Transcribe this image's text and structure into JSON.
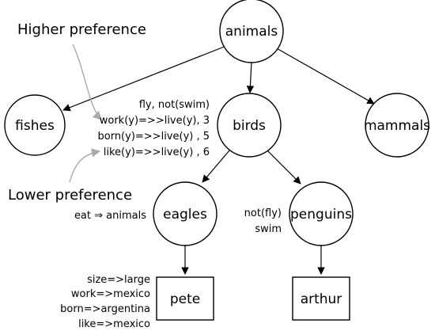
{
  "nodes": {
    "animals": "animals",
    "fishes": "fishes",
    "birds": "birds",
    "mammals": "mammals",
    "eagles": "eagles",
    "penguins": "penguins",
    "pete": "pete",
    "arthur": "arthur"
  },
  "preference": {
    "higher": "Higher preference",
    "lower": "Lower preference"
  },
  "annotations": {
    "birds": [
      "fly, not(swim)",
      "work(y)=>>live(y), 3",
      "born(y)=>>live(y) , 5",
      "like(y)=>>live(y) , 6"
    ],
    "eagles": [
      "eat ⇒ animals"
    ],
    "penguins": [
      "not(fly)",
      "swim"
    ],
    "pete": [
      "size=>large",
      "work=>mexico",
      "born=>argentina",
      "like=>mexico"
    ]
  },
  "colors": {
    "outline": "#000000",
    "pointer": "#aaaaaa"
  }
}
